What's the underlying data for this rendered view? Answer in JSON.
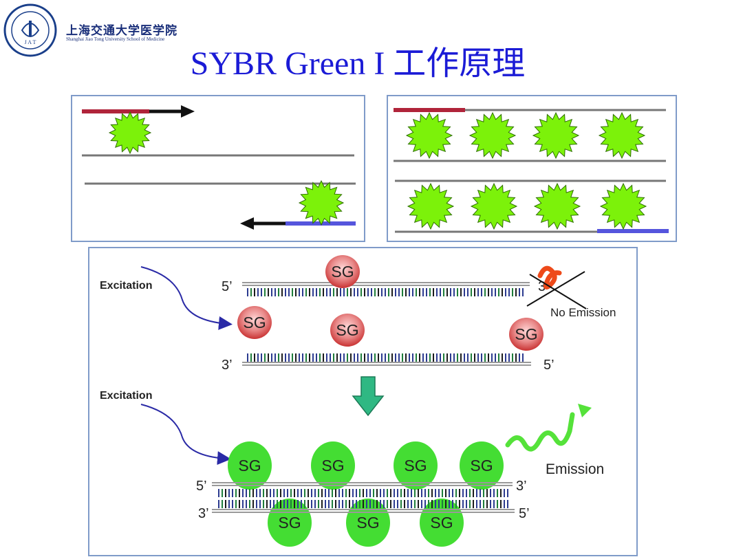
{
  "header": {
    "institution_cn": "上海交通大学医学院",
    "institution_en": "Shanghai Jiao Tong University School of Medicine",
    "logo_text": "J A T",
    "title": "SYBR Green I 工作原理"
  },
  "bottom_panel": {
    "excitation_label_1": "Excitation",
    "excitation_label_2": "Excitation",
    "dye_label": "SG",
    "no_emission_label": "No Emission",
    "emission_label": "Emission",
    "strand_5prime": "5’",
    "strand_3prime": "3’"
  },
  "colors": {
    "title": "#1b1bd6",
    "panel_border": "#7f9bc9",
    "primer_red": "#b0243a",
    "primer_blue": "#5555dd",
    "dye_green": "#7cf20a",
    "sg_green": "#44dd33",
    "sg_red": "#d94848",
    "arrow_teal": "#2fb883",
    "excitation_arrow": "#2a2aa6"
  }
}
